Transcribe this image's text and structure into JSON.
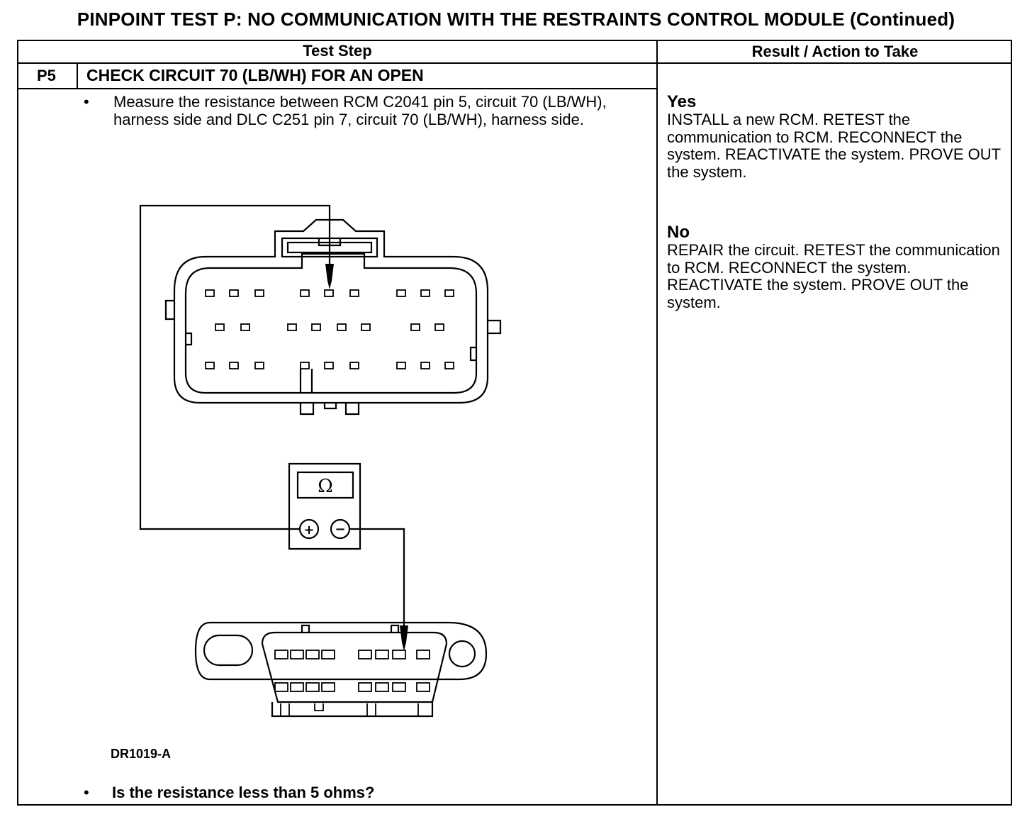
{
  "page_title": "PINPOINT TEST P: NO COMMUNICATION WITH THE RESTRAINTS CONTROL MODULE (Continued)",
  "table": {
    "col_test_step": "Test Step",
    "col_result": "Result / Action to Take"
  },
  "step": {
    "id": "P5",
    "title": "CHECK CIRCUIT 70 (LB/WH) FOR AN OPEN",
    "bullet": "•",
    "instruction": "Measure the resistance between RCM C2041 pin 5, circuit 70 (LB/WH), harness side and DLC C251 pin 7, circuit 70 (LB/WH), harness side.",
    "figure_id": "DR1019-A",
    "question": "Is the resistance less than 5 ohms?"
  },
  "meter": {
    "symbol": "Ω",
    "plus": "+",
    "minus": "−"
  },
  "results": {
    "yes_label": "Yes",
    "yes_text": "INSTALL a new RCM. RETEST the communication to RCM. RECONNECT the system. REACTIVATE the system. PROVE OUT the system.",
    "no_label": "No",
    "no_text": "REPAIR the circuit. RETEST the communication to RCM. RECONNECT the system. REACTIVATE the system. PROVE OUT the system."
  }
}
